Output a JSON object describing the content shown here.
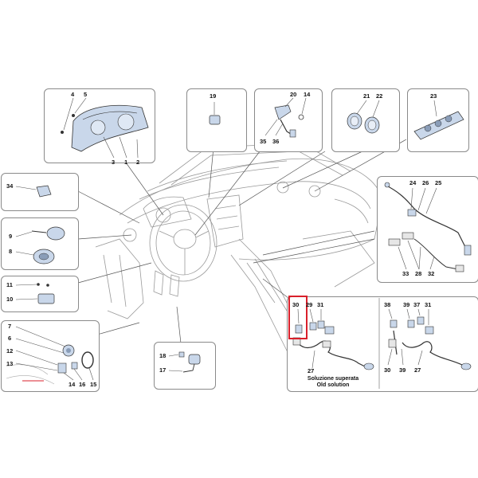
{
  "diagram": {
    "highlight_color": "#d9202b",
    "part_fill": "#c9d7ea",
    "stroke": "#333333",
    "callouts": [
      {
        "id": "c4",
        "text": "4"
      },
      {
        "id": "c5",
        "text": "5"
      },
      {
        "id": "c3",
        "text": "3"
      },
      {
        "id": "c1",
        "text": "1"
      },
      {
        "id": "c2",
        "text": "2"
      },
      {
        "id": "c19",
        "text": "19"
      },
      {
        "id": "c20",
        "text": "20"
      },
      {
        "id": "c13a",
        "text": "13"
      },
      {
        "id": "c14a",
        "text": "14"
      },
      {
        "id": "c35",
        "text": "35"
      },
      {
        "id": "c36",
        "text": "36"
      },
      {
        "id": "c21",
        "text": "21"
      },
      {
        "id": "c22",
        "text": "22"
      },
      {
        "id": "c23",
        "text": "23"
      },
      {
        "id": "c34",
        "text": "34"
      },
      {
        "id": "c9",
        "text": "9"
      },
      {
        "id": "c8",
        "text": "8"
      },
      {
        "id": "c11",
        "text": "11"
      },
      {
        "id": "c10",
        "text": "10"
      },
      {
        "id": "c7",
        "text": "7"
      },
      {
        "id": "c6",
        "text": "6"
      },
      {
        "id": "c12",
        "text": "12"
      },
      {
        "id": "c13b",
        "text": "13"
      },
      {
        "id": "c14b",
        "text": "14"
      },
      {
        "id": "c16",
        "text": "16"
      },
      {
        "id": "c15",
        "text": "15"
      },
      {
        "id": "c18",
        "text": "18"
      },
      {
        "id": "c17",
        "text": "17"
      },
      {
        "id": "c24",
        "text": "24"
      },
      {
        "id": "c26",
        "text": "26"
      },
      {
        "id": "c25",
        "text": "25"
      },
      {
        "id": "c33",
        "text": "33"
      },
      {
        "id": "c28",
        "text": "28"
      },
      {
        "id": "c32",
        "text": "32"
      },
      {
        "id": "c30a",
        "text": "30"
      },
      {
        "id": "c29",
        "text": "29"
      },
      {
        "id": "c31a",
        "text": "31"
      },
      {
        "id": "c27a",
        "text": "27"
      },
      {
        "id": "c38",
        "text": "38"
      },
      {
        "id": "c39a",
        "text": "39"
      },
      {
        "id": "c37",
        "text": "37"
      },
      {
        "id": "c31b",
        "text": "31"
      },
      {
        "id": "c30b",
        "text": "30"
      },
      {
        "id": "c39b",
        "text": "39"
      },
      {
        "id": "c27b",
        "text": "27"
      }
    ],
    "caption_line1": "Soluzione superata",
    "caption_line2": "Old solution"
  }
}
